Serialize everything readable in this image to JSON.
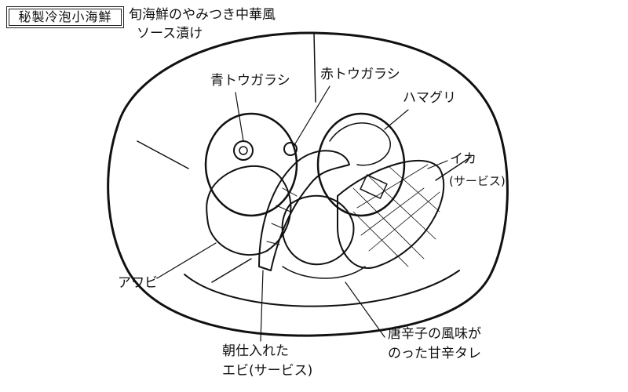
{
  "title": "秘製冷泡小海鮮",
  "subtitle": {
    "line1": "旬海鮮のやみつき中華風",
    "line2": "ソース漬け"
  },
  "labels": {
    "green_chili": "青トウガラシ",
    "red_chili": "赤トウガラシ",
    "clam": "ハマグリ",
    "squid": "イカ",
    "squid_note": "(サービス)",
    "abalone": "アワビ",
    "shrimp_line1": "朝仕入れた",
    "shrimp_line2": "エビ(サービス)",
    "sauce_line1": "唐辛子の風味が",
    "sauce_line2": "のった甘辛タレ"
  }
}
